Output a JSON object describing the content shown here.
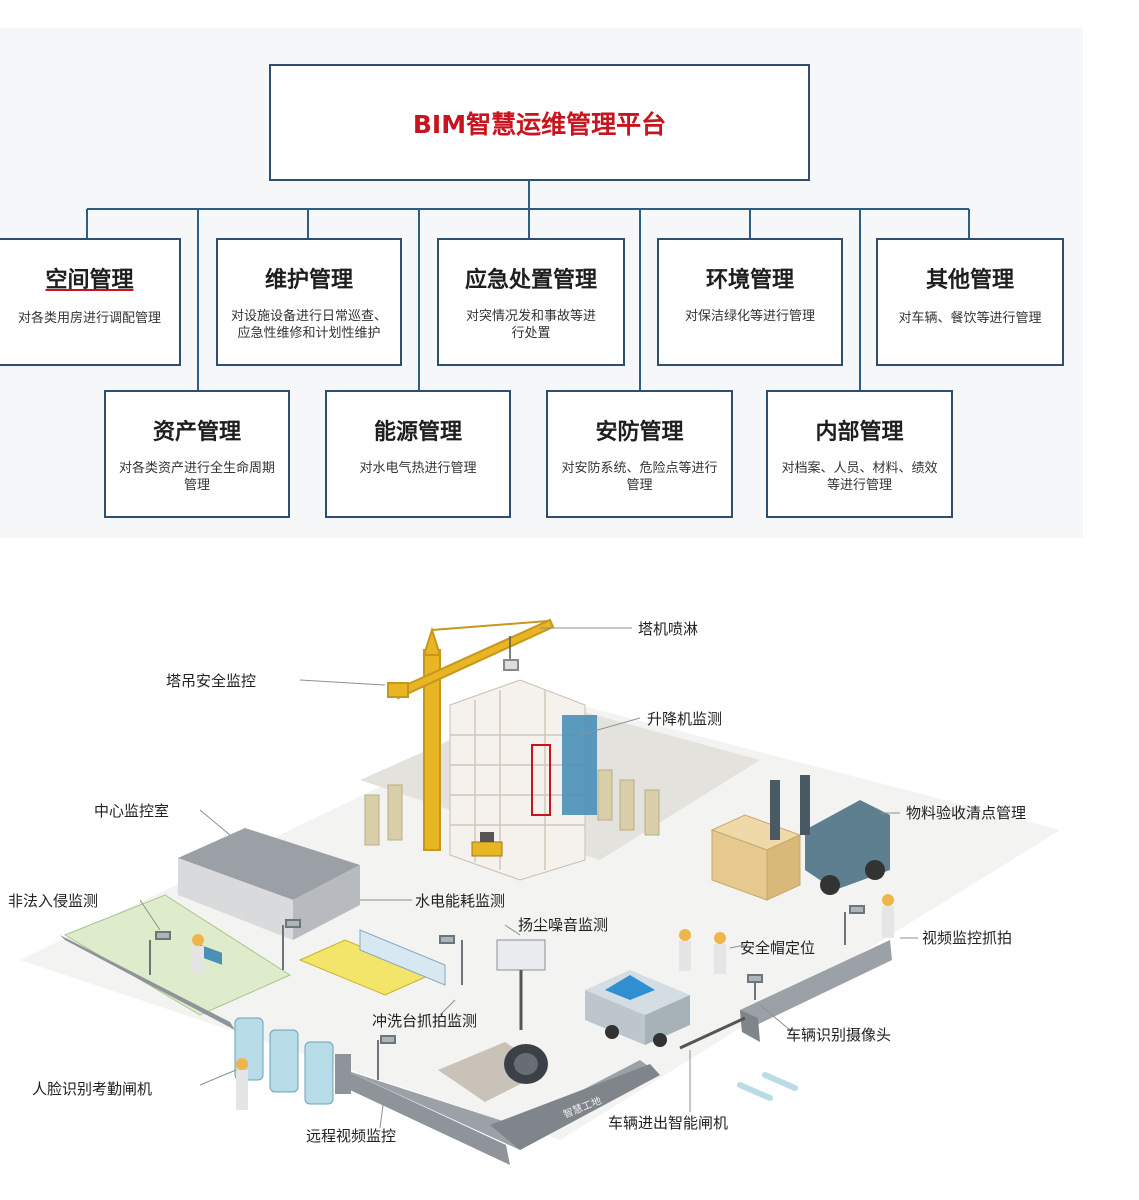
{
  "org_chart": {
    "root": "BIM智慧运维管理平台",
    "top_row": [
      {
        "title": "空间管理",
        "desc": "对各类用房进行调配管理"
      },
      {
        "title": "维护管理",
        "desc": "对设施设备进行日常巡查、应急性维修和计划性维护"
      },
      {
        "title": "应急处置管理",
        "desc": "对突情况发和事故等进行处置"
      },
      {
        "title": "环境管理",
        "desc": "对保洁绿化等进行管理"
      },
      {
        "title": "其他管理",
        "desc": "对车辆、餐饮等进行管理"
      }
    ],
    "bottom_row": [
      {
        "title": "资产管理",
        "desc": "对各类资产进行全生命周期管理"
      },
      {
        "title": "能源管理",
        "desc": "对水电气热进行管理"
      },
      {
        "title": "安防管理",
        "desc": "对安防系统、危险点等进行管理"
      },
      {
        "title": "内部管理",
        "desc": "对档案、人员、材料、绩效等进行管理"
      }
    ]
  },
  "site": {
    "labels": {
      "tower_spray": "塔机喷淋",
      "crane_safety": "塔吊安全监控",
      "hoist": "升降机监测",
      "control_room": "中心监控室",
      "material": "物料验收清点管理",
      "intrusion": "非法入侵监测",
      "energy": "水电能耗监测",
      "dust_noise": "扬尘噪音监测",
      "video_capture": "视频监控抓拍",
      "helmet": "安全帽定位",
      "wash": "冲洗台抓拍监测",
      "vehicle_camera": "车辆识别摄像头",
      "face_gate": "人脸识别考勤闸机",
      "remote_video": "远程视频监控",
      "vehicle_gate": "车辆进出智能闸机"
    },
    "wall_text": "智慧工地"
  },
  "colors": {
    "box_border": "#2f4d6e",
    "root_text": "#c8141e",
    "connector": "#2c5d82",
    "crane": "#e8b525",
    "wall": "#8e9499",
    "glass": "#4a8fb8"
  }
}
